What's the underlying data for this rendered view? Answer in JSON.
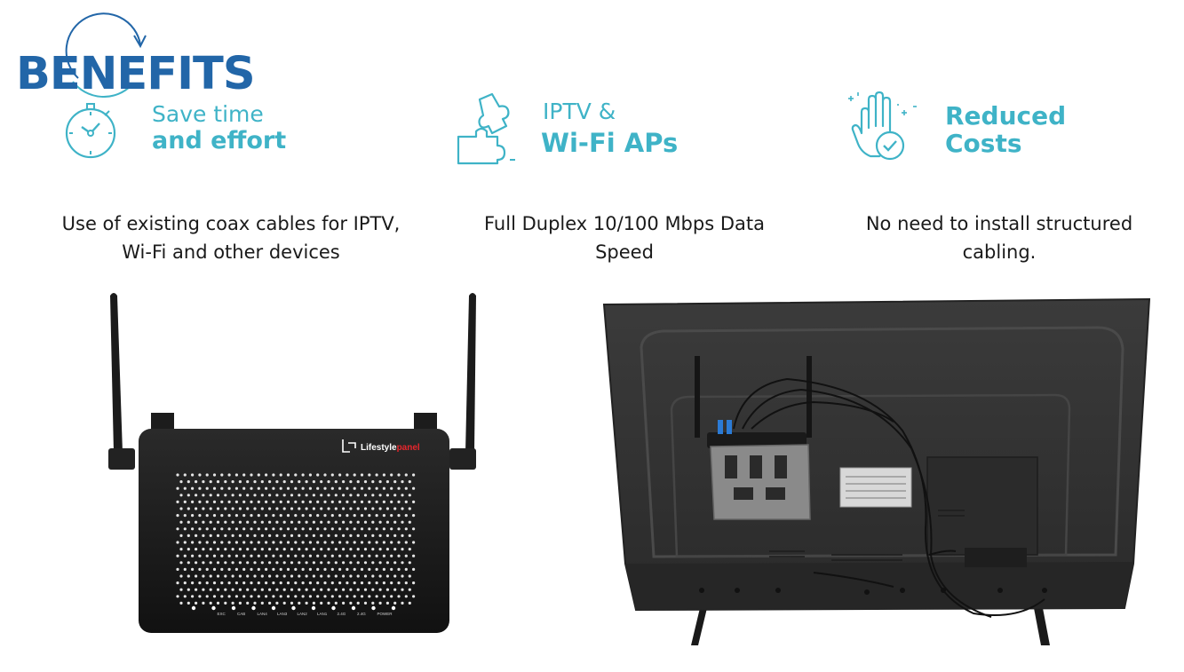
{
  "page": {
    "title": "BENEFITS"
  },
  "benefits": [
    {
      "icon": "stopwatch-icon",
      "line1": "Save time",
      "line2": "and effort",
      "description": [
        "Use of existing coax cables for IPTV,",
        "Wi-Fi and other devices"
      ]
    },
    {
      "icon": "puzzle-icon",
      "line1": "IPTV &",
      "line2": "Wi-Fi APs",
      "description": [
        "Full Duplex 10/100 Mbps Data",
        "Speed"
      ]
    },
    {
      "icon": "hand-check-icon",
      "line1": "Reduced",
      "line2": "Costs",
      "description": [
        "No need to install structured",
        "cabling."
      ]
    }
  ],
  "router": {
    "brand": "Lifestylepanel",
    "brand_part1": "Lifestyle",
    "brand_part2": "panel",
    "led_labels": [
      "EXC",
      "CAB",
      "LAN4",
      "LAN3",
      "LAN2",
      "LAN1",
      "2.4G",
      "2.4G",
      "POWER"
    ]
  },
  "colors": {
    "title_blue": "#2266a8",
    "accent_teal": "#3fb3c7",
    "brand_red": "#e8262d"
  }
}
